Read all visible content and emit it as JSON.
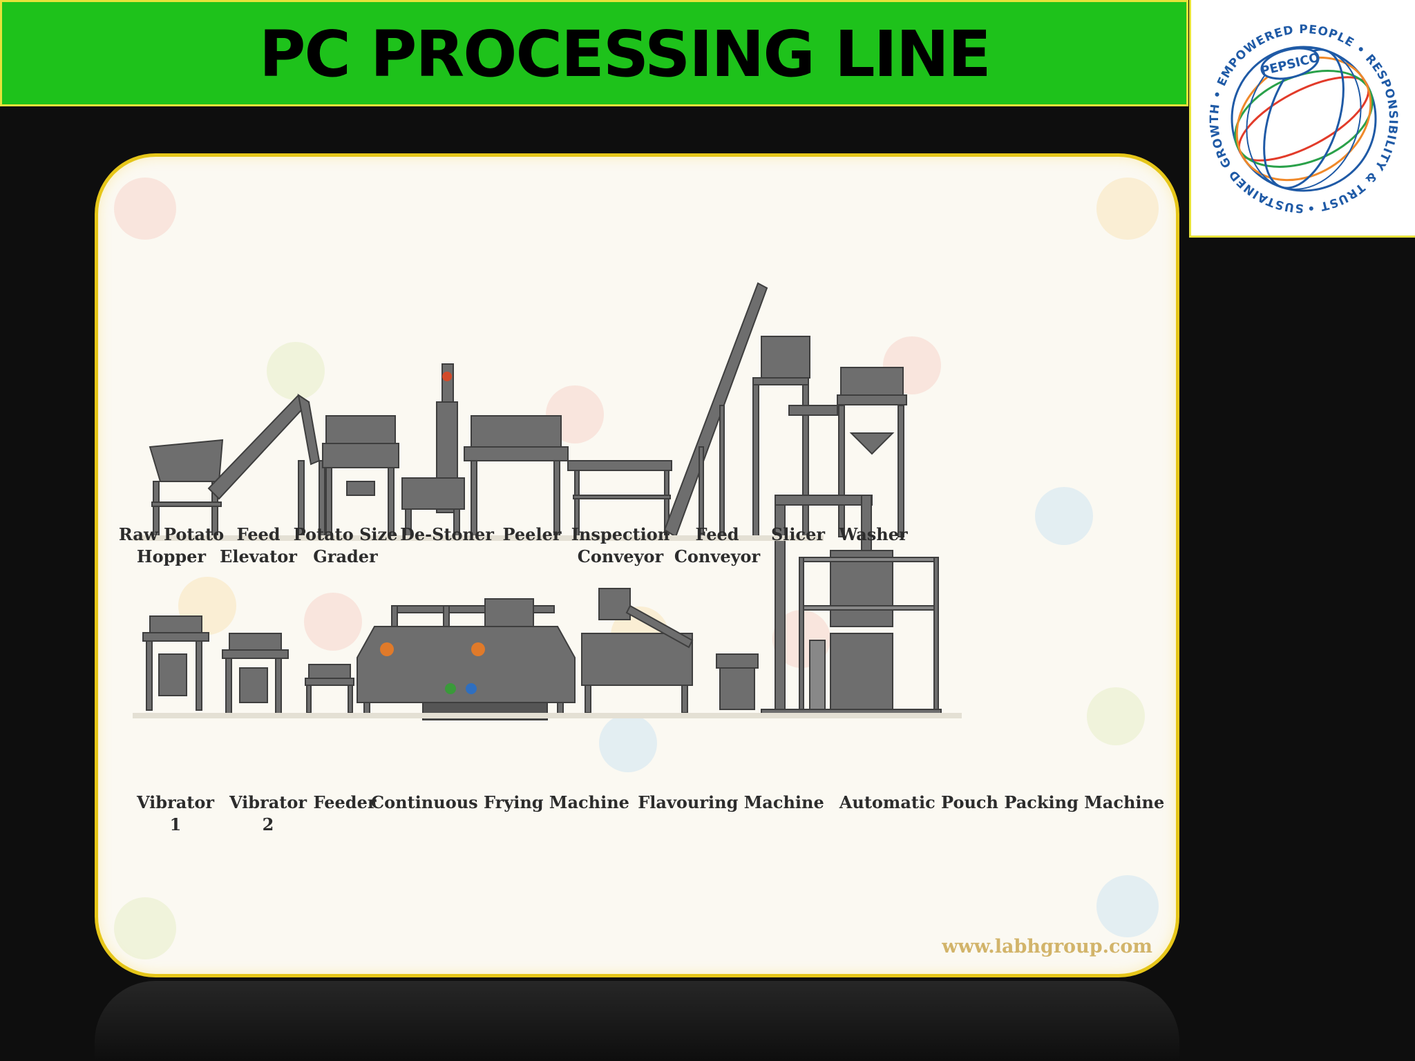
{
  "slide": {
    "title": "PC PROCESSING LINE",
    "logo": {
      "brand_text": "PEPSICO",
      "ring_text": "SUSTAINED GROWTH • EMPOWERED PEOPLE • RESPONSIBILITY & TRUST •"
    }
  },
  "diagram": {
    "top_row": [
      {
        "line1": "Raw Potato",
        "line2": "Hopper"
      },
      {
        "line1": "Feed",
        "line2": "Elevator"
      },
      {
        "line1": "Potato Size",
        "line2": "Grader"
      },
      {
        "line1": "De-Stoner",
        "line2": ""
      },
      {
        "line1": "Peeler",
        "line2": ""
      },
      {
        "line1": "Inspection",
        "line2": "Conveyor"
      },
      {
        "line1": "Feed",
        "line2": "Conveyor"
      },
      {
        "line1": "Slicer",
        "line2": ""
      },
      {
        "line1": "Washer",
        "line2": ""
      }
    ],
    "bottom_row": [
      {
        "line1": "Vibrator",
        "line2": "1"
      },
      {
        "line1": "Vibrator",
        "line2": "2"
      },
      {
        "line1": "Feeder",
        "line2": ""
      },
      {
        "line1": "Continuous Frying Machine",
        "line2": ""
      },
      {
        "line1": "Flavouring Machine",
        "line2": ""
      },
      {
        "line1": "Automatic Pouch Packing Machine",
        "line2": ""
      }
    ],
    "watermark": "www.labhgroup.com"
  },
  "colors": {
    "title_bar": "#1ec21b",
    "border_yellow": "#e7e23a",
    "panel_border": "#e6c619",
    "background": "#0e0e0e"
  }
}
